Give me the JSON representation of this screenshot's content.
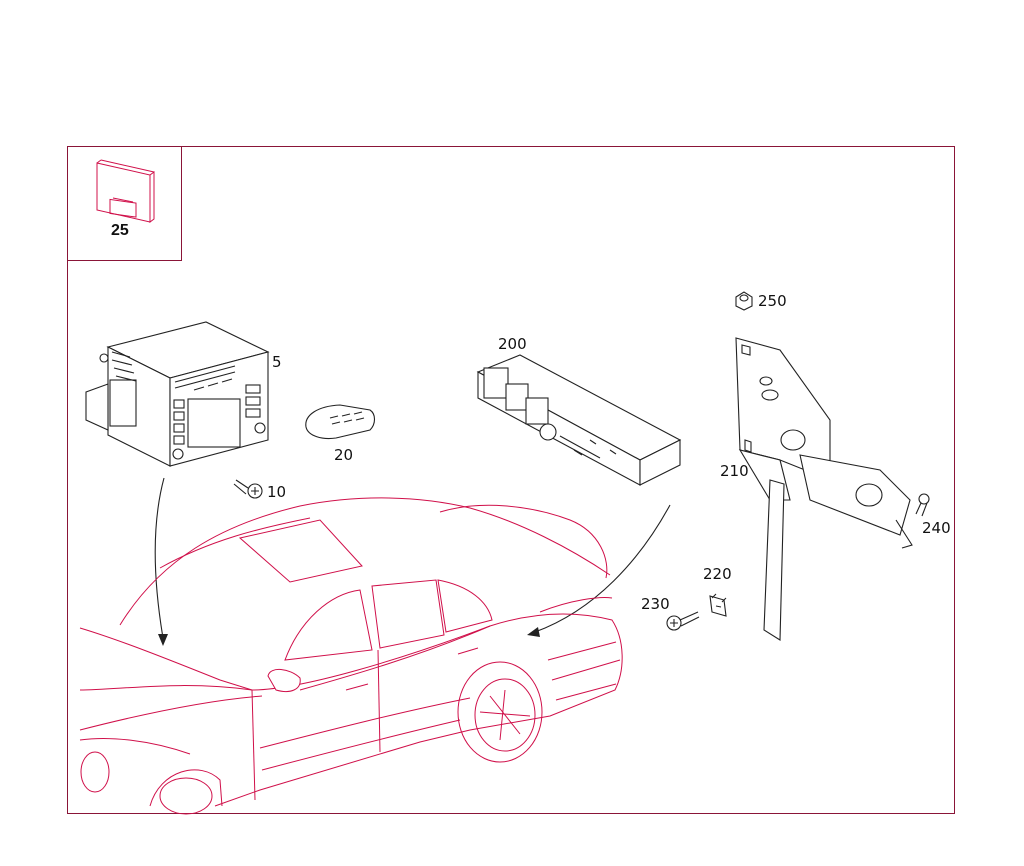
{
  "diagram": {
    "parts": [
      {
        "id": "p25",
        "label": "25"
      },
      {
        "id": "p5",
        "label": "5"
      },
      {
        "id": "p20",
        "label": "20"
      },
      {
        "id": "p10",
        "label": "10"
      },
      {
        "id": "p200",
        "label": "200"
      },
      {
        "id": "p250",
        "label": "250"
      },
      {
        "id": "p210",
        "label": "210"
      },
      {
        "id": "p240",
        "label": "240"
      },
      {
        "id": "p220",
        "label": "220"
      },
      {
        "id": "p230",
        "label": "230"
      }
    ]
  },
  "colors": {
    "frame": "#8a1538",
    "vehicle": "#d0104a",
    "parts": "#222222"
  }
}
